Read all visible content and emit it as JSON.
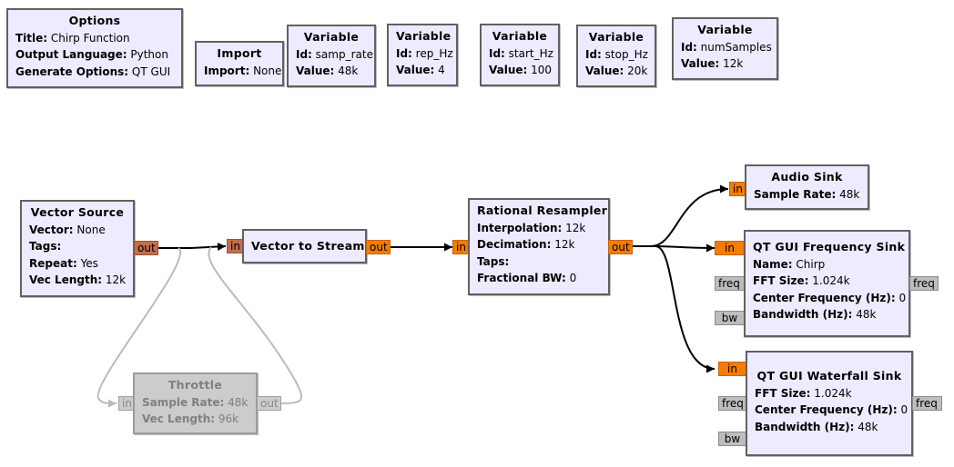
{
  "options_block": {
    "title": "Options",
    "params": [
      {
        "key": "Title:",
        "value": " Chirp Function"
      },
      {
        "key": "Output Language:",
        "value": " Python"
      },
      {
        "key": "Generate Options:",
        "value": " QT GUI"
      }
    ]
  },
  "import_block": {
    "title": "Import",
    "params": [
      {
        "key": "Import:",
        "value": " None"
      }
    ]
  },
  "variables": [
    {
      "title": "Variable",
      "id_key": "Id:",
      "id": " samp_rate",
      "value_key": "Value:",
      "value": " 48k"
    },
    {
      "title": "Variable",
      "id_key": "Id:",
      "id": " rep_Hz",
      "value_key": "Value:",
      "value": " 4"
    },
    {
      "title": "Variable",
      "id_key": "Id:",
      "id": " start_Hz",
      "value_key": "Value:",
      "value": " 100"
    },
    {
      "title": "Variable",
      "id_key": "Id:",
      "id": " stop_Hz",
      "value_key": "Value:",
      "value": " 20k"
    },
    {
      "title": "Variable",
      "id_key": "Id:",
      "id": " numSamples",
      "value_key": "Value:",
      "value": " 12k"
    }
  ],
  "vector_source": {
    "title": "Vector Source",
    "params": [
      {
        "key": "Vector:",
        "value": " None"
      },
      {
        "key": "Tags:",
        "value": ""
      },
      {
        "key": "Repeat:",
        "value": " Yes"
      },
      {
        "key": "Vec Length:",
        "value": " 12k"
      }
    ],
    "out_port": "out"
  },
  "vector_to_stream": {
    "title": "Vector to Stream",
    "in_port": "in",
    "out_port": "out"
  },
  "throttle": {
    "title": "Throttle",
    "disabled": true,
    "params": [
      {
        "key": "Sample Rate:",
        "value": " 48k"
      },
      {
        "key": "Vec Length:",
        "value": " 96k"
      }
    ],
    "in_port": "in",
    "out_port": "out"
  },
  "rational_resampler": {
    "title": "Rational Resampler",
    "params": [
      {
        "key": "Interpolation:",
        "value": " 12k"
      },
      {
        "key": "Decimation:",
        "value": " 12k"
      },
      {
        "key": "Taps:",
        "value": ""
      },
      {
        "key": "Fractional BW:",
        "value": " 0"
      }
    ],
    "in_port": "in",
    "out_port": "out"
  },
  "audio_sink": {
    "title": "Audio Sink",
    "params": [
      {
        "key": "Sample Rate:",
        "value": " 48k"
      }
    ],
    "in_port": "in"
  },
  "freq_sink": {
    "title": "QT GUI Frequency Sink",
    "params": [
      {
        "key": "Name:",
        "value": " Chirp"
      },
      {
        "key": "FFT Size:",
        "value": " 1.024k"
      },
      {
        "key": "Center Frequency (Hz):",
        "value": " 0"
      },
      {
        "key": "Bandwidth (Hz):",
        "value": " 48k"
      }
    ],
    "in_port": "in",
    "freq_in_port": "freq",
    "bw_port": "bw",
    "freq_out_port": "freq"
  },
  "waterfall_sink": {
    "title": "QT GUI Waterfall Sink",
    "params": [
      {
        "key": "FFT Size:",
        "value": " 1.024k"
      },
      {
        "key": "Center Frequency (Hz):",
        "value": " 0"
      },
      {
        "key": "Bandwidth (Hz):",
        "value": " 48k"
      }
    ],
    "in_port": "in",
    "freq_in_port": "freq",
    "bw_port": "bw",
    "freq_out_port": "freq"
  },
  "colors": {
    "block_bg": "#eeeaff",
    "block_border": "#616161",
    "disabled_bg": "#cccccc",
    "vector_port": "#c46d4b",
    "complex_port": "#f57c00",
    "message_port": "#bdbdbd",
    "wire": "#000000",
    "disabled_wire": "#bbbbbb"
  }
}
